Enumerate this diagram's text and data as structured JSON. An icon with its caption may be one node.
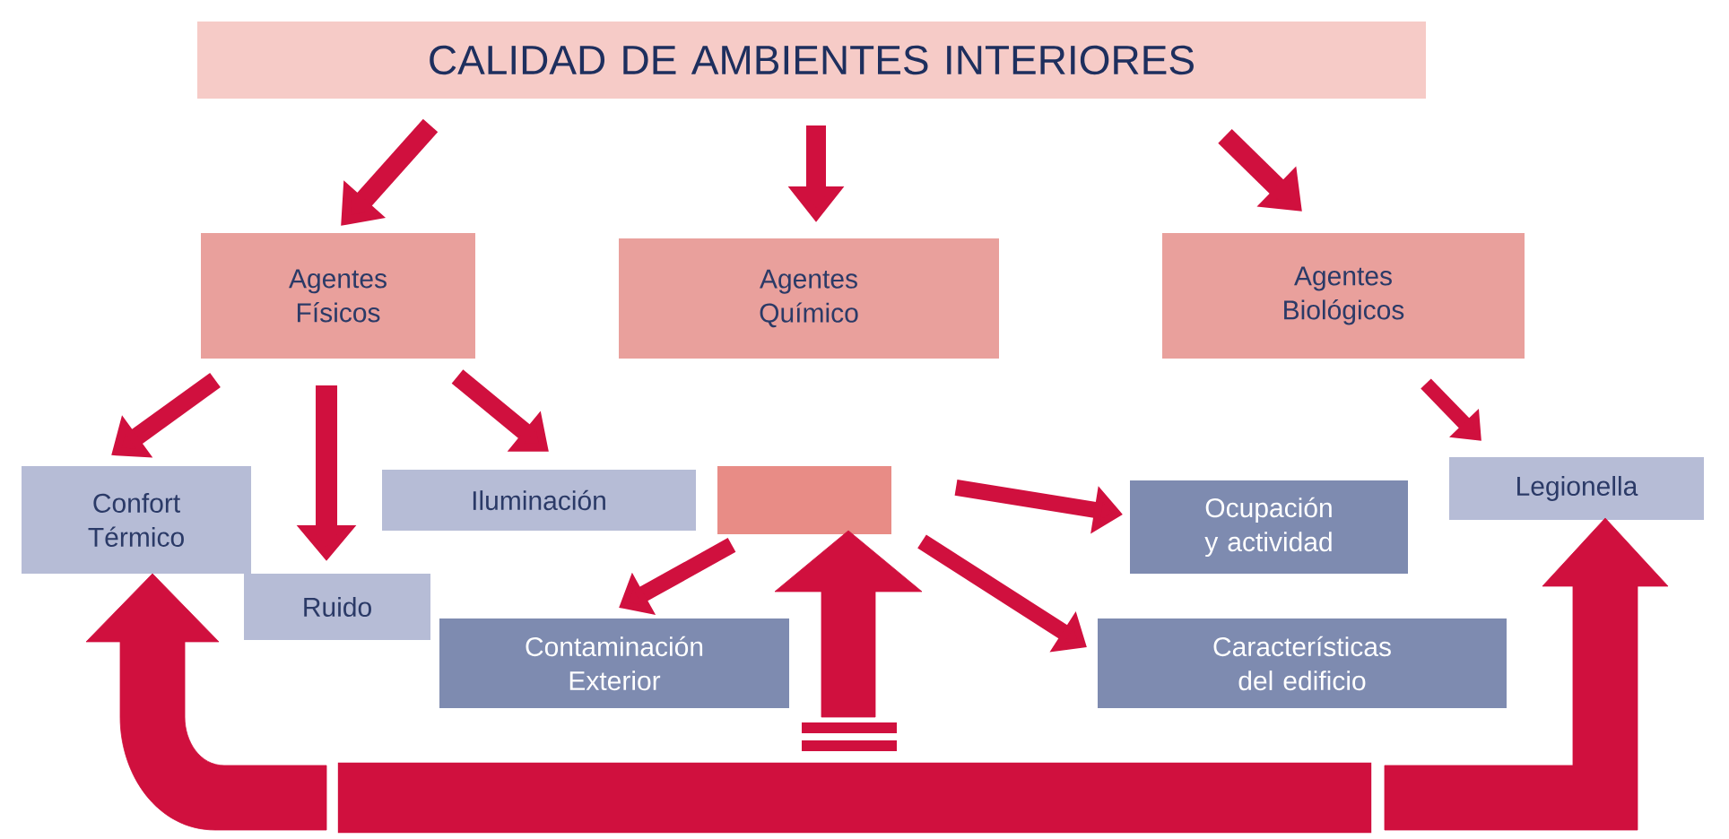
{
  "diagram": {
    "nodes": [
      {
        "text": [
          "CALIDAD DE AMBIENTES INTERIORES"
        ]
      },
      {
        "text": [
          "Agentes Físicos"
        ]
      },
      {
        "text": [
          "Agentes Químico"
        ]
      },
      {
        "text": [
          "Agentes Biológicos"
        ]
      },
      {
        "text": [
          "Confort Térmico"
        ]
      },
      {
        "text": [
          "Ruido"
        ]
      },
      {
        "text": [
          "Iluminación"
        ]
      },
      {
        "text": [],
        "shape": "box"
      },
      {
        "text": [
          "Contaminación Exterior"
        ]
      },
      {
        "text": [
          "Ocupación y actividad"
        ]
      },
      {
        "text": [
          "Características del edificio"
        ]
      },
      {
        "text": [
          "Legionella"
        ]
      },
      {
        "text": [],
        "shape": "bar"
      }
    ],
    "edges": [
      {
        "from": 0,
        "to": 1,
        "arrow": "to"
      },
      {
        "from": 0,
        "to": 2,
        "arrow": "to"
      },
      {
        "from": 0,
        "to": 3,
        "arrow": "to"
      },
      {
        "from": 1,
        "to": 4,
        "arrow": "to"
      },
      {
        "from": 1,
        "to": 5,
        "arrow": "to"
      },
      {
        "from": 1,
        "to": 6,
        "arrow": "to"
      },
      {
        "from": 3,
        "to": 11,
        "arrow": "to"
      },
      {
        "from": 7,
        "to": 8,
        "arrow": "to"
      },
      {
        "from": 7,
        "to": 9,
        "arrow": "to"
      },
      {
        "from": 7,
        "to": 10,
        "arrow": "to"
      },
      {
        "from": null,
        "to": 7,
        "arrow": "to",
        "style": "thick"
      },
      {
        "from": 12,
        "to": 4,
        "arrow": "to",
        "style": "thick"
      },
      {
        "from": 12,
        "to": 11,
        "arrow": "to",
        "style": "thick"
      }
    ]
  }
}
